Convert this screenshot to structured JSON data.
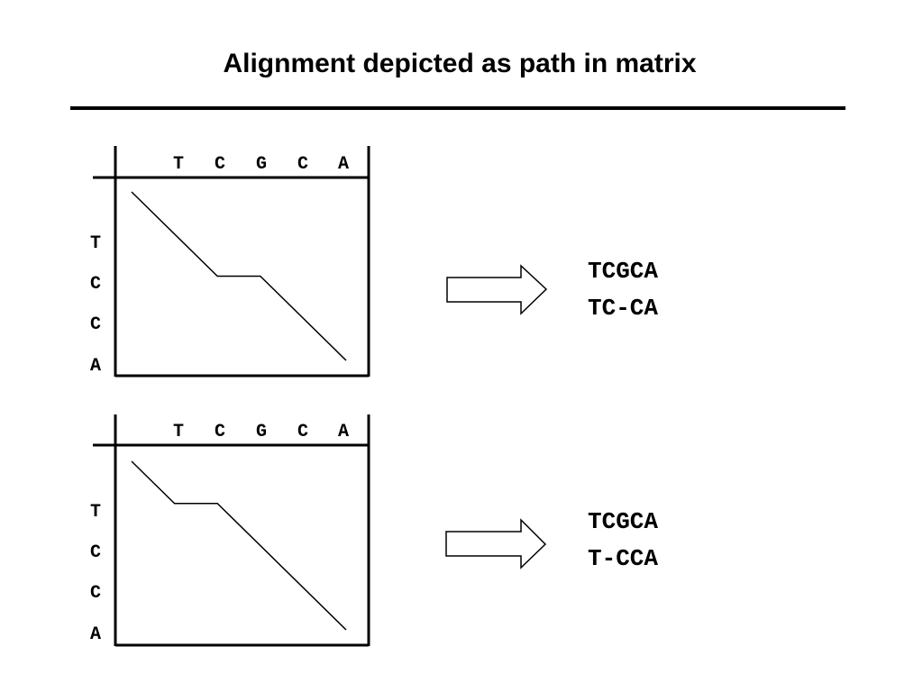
{
  "title": "Alignment depicted as path in matrix",
  "panels": [
    {
      "columns": [
        "T",
        "C",
        "G",
        "C",
        "A"
      ],
      "rows": [
        "T",
        "C",
        "C",
        "A"
      ],
      "path": [
        [
          0,
          0
        ],
        [
          2,
          2
        ],
        [
          3,
          2
        ],
        [
          5,
          4
        ]
      ],
      "result": [
        "TCGCA",
        "TC-CA"
      ]
    },
    {
      "columns": [
        "T",
        "C",
        "G",
        "C",
        "A"
      ],
      "rows": [
        "T",
        "C",
        "C",
        "A"
      ],
      "path": [
        [
          0,
          0
        ],
        [
          1,
          1
        ],
        [
          2,
          1
        ],
        [
          5,
          4
        ]
      ],
      "result": [
        "TCGCA",
        "T-CCA"
      ]
    }
  ],
  "colors": {
    "ink": "#000000",
    "background": "#ffffff"
  }
}
